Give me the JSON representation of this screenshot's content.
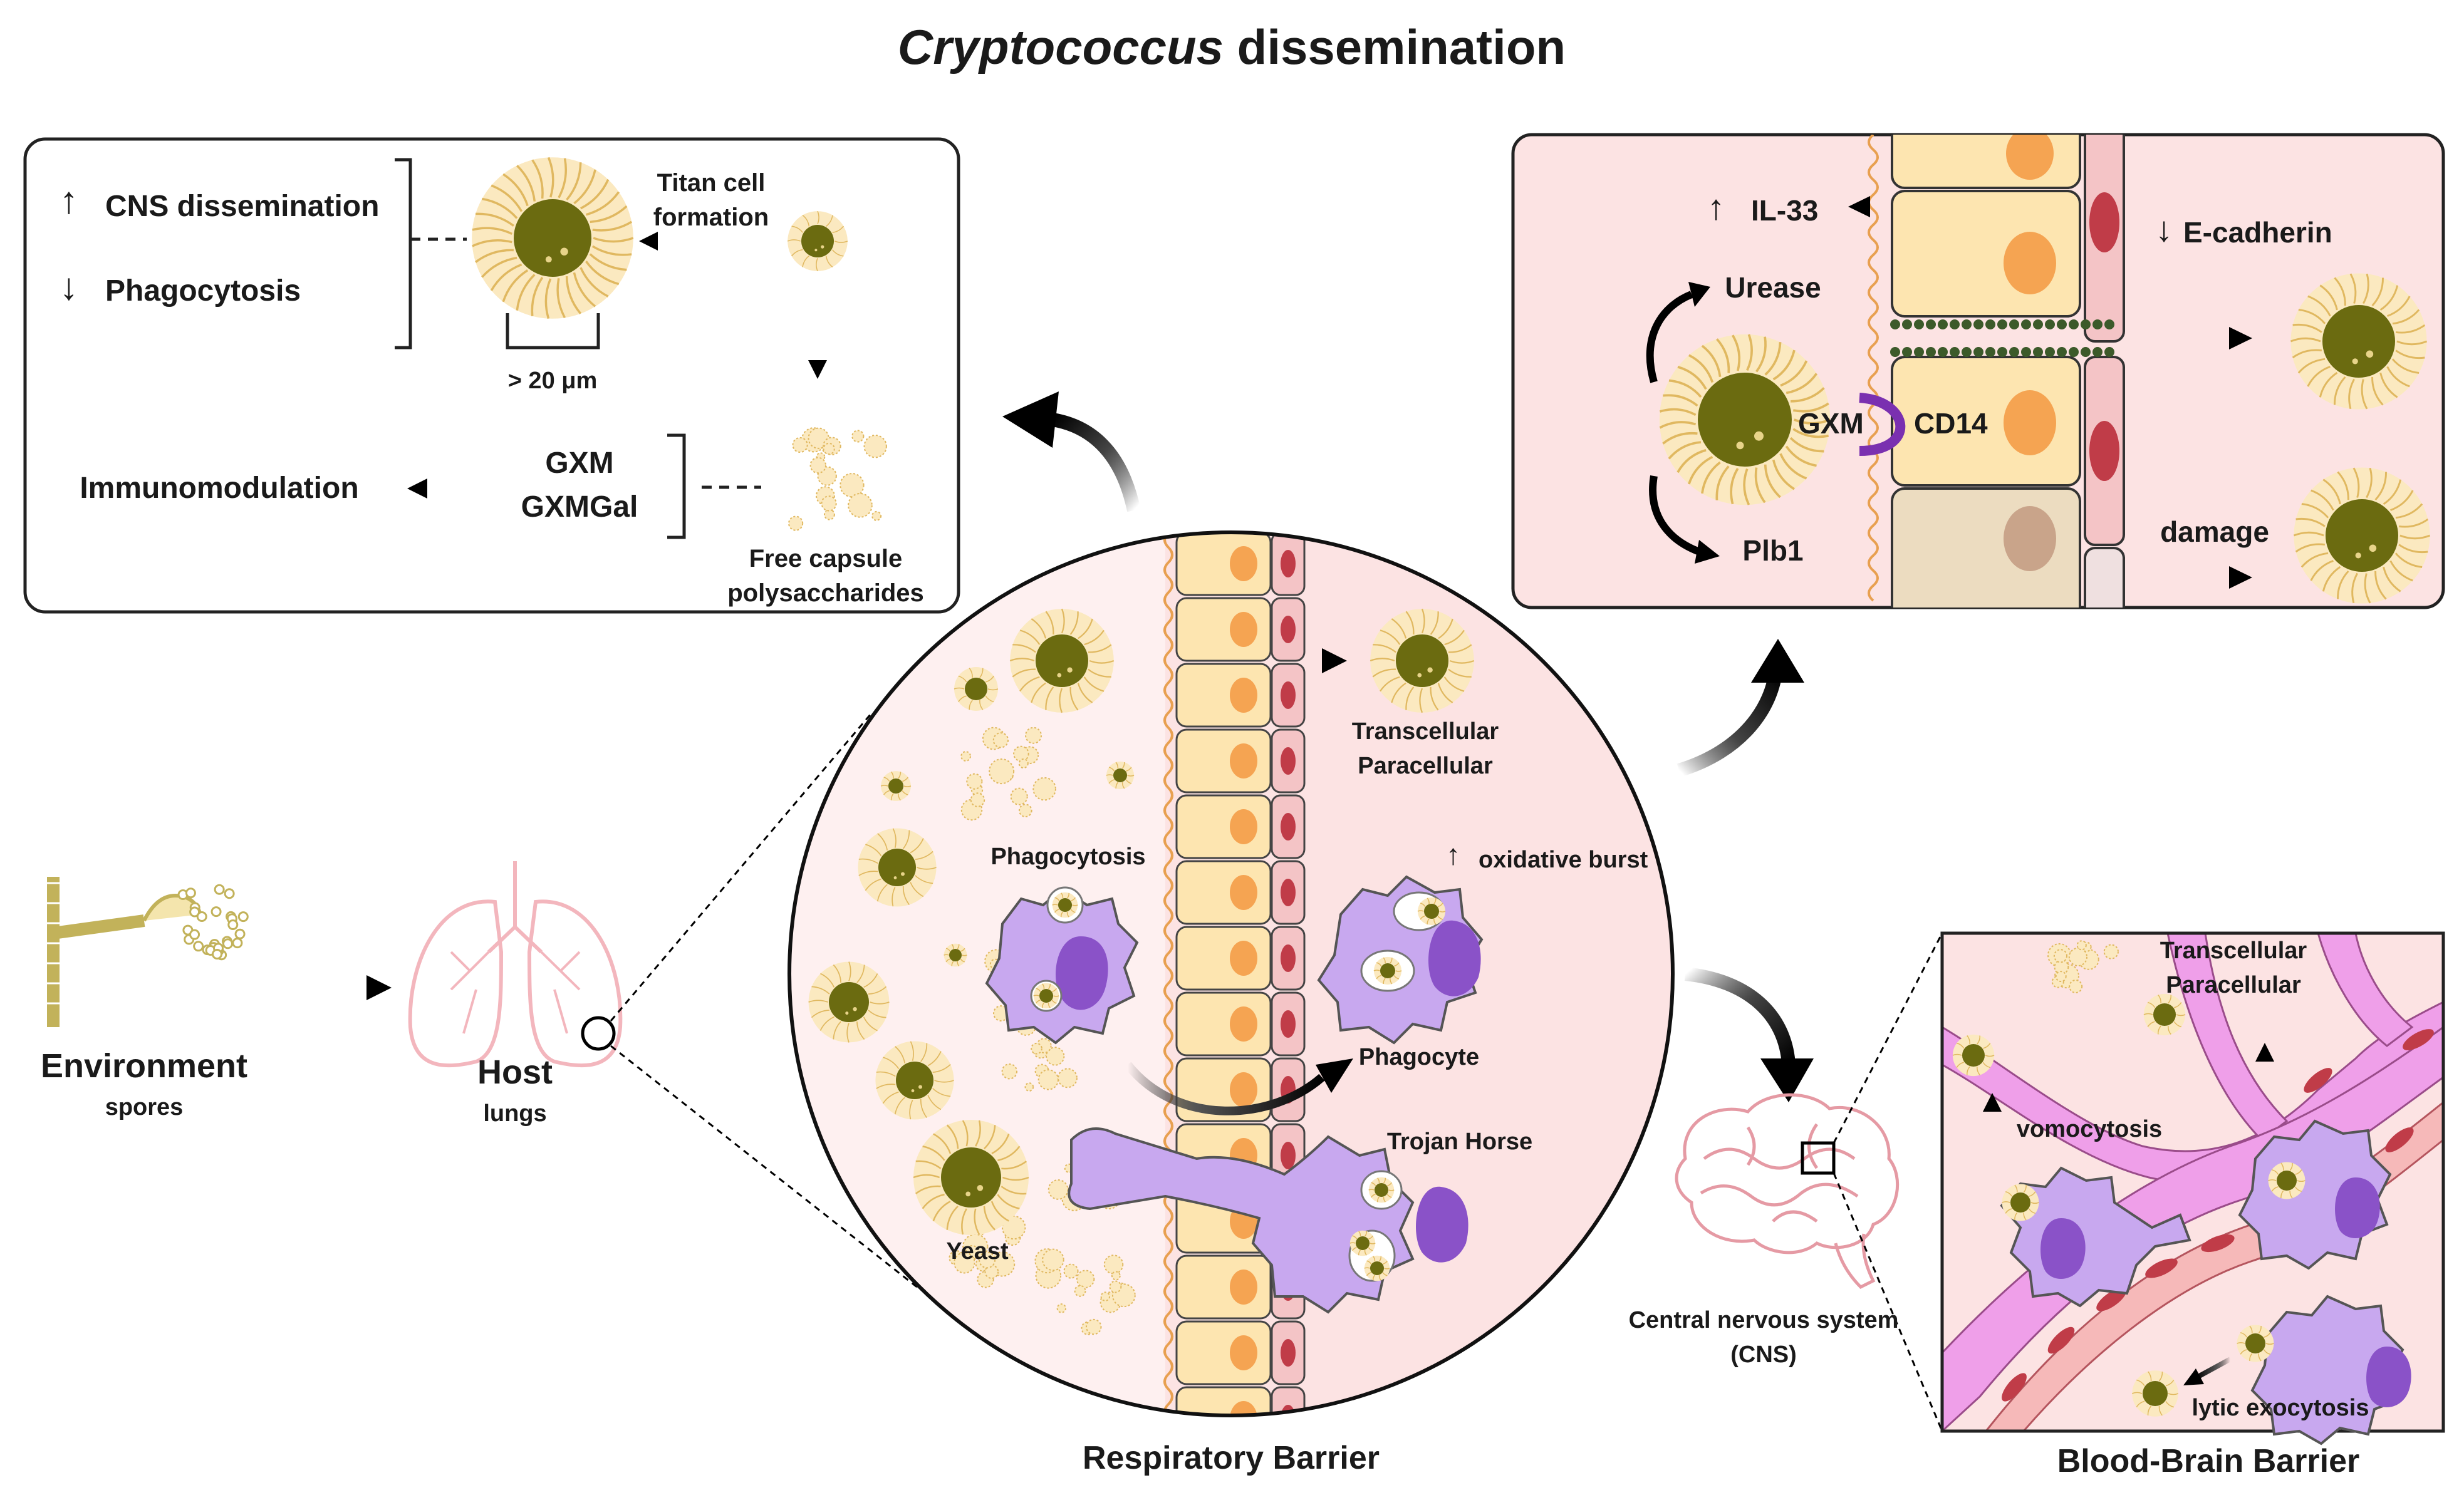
{
  "title": {
    "italic": "Cryptococcus",
    "rest": " dissemination"
  },
  "top_left_panel": {
    "cns_dissemination": "CNS dissemination",
    "phagocytosis": "Phagocytosis",
    "arrow_up": "↑",
    "arrow_down": "↓",
    "titan_cell_line1": "Titan cell",
    "titan_cell_line2": "formation",
    "size_label": "> 20 μm",
    "immunomodulation": "Immunomodulation",
    "gxm": "GXM",
    "gxmgal": "GXMGal",
    "free_capsule_line1": "Free capsule",
    "free_capsule_line2": "polysaccharides"
  },
  "top_right_panel": {
    "arrow_up": "↑",
    "il33": "IL-33",
    "arrow_down": "↓",
    "ecadherin": "E-cadherin",
    "urease": "Urease",
    "gxm": "GXM",
    "cd14": "CD14",
    "plb1": "Plb1",
    "damage": "damage"
  },
  "left": {
    "environment": "Environment",
    "spores": "spores",
    "host": "Host",
    "lungs": "lungs"
  },
  "circle": {
    "transcellular": "Transcellular",
    "paracellular": "Paracellular",
    "phagocytosis": "Phagocytosis",
    "arrow_up": "↑",
    "oxidative_burst": "oxidative burst",
    "phagocyte": "Phagocyte",
    "trojan_horse": "Trojan Horse",
    "yeast": "Yeast",
    "caption": "Respiratory Barrier"
  },
  "cns": {
    "line1": "Central nervous system",
    "line2": "(CNS)"
  },
  "bbb_panel": {
    "transcellular": "Transcellular",
    "paracellular": "Paracellular",
    "vomocytosis": "vomocytosis",
    "lytic_exocytosis": "lytic exocytosis",
    "caption": "Blood-Brain Barrier"
  },
  "colors": {
    "yeast_body": "#6b6b10",
    "capsule": "#fbe9c0",
    "capsule_strands": "#e0b860",
    "epithelial_cell": "#fde5b0",
    "nucleus_orange": "#f5a452",
    "endothelial": "#f4c4c6",
    "endothelial_nucleus": "#c03c48",
    "tissue_pink": "#fce3e3",
    "phagocyte": "#c8a8ef",
    "phagocyte_nucleus": "#8a52c8",
    "vessel": "#ef9fe9",
    "purple_cd14": "#7a30b0"
  }
}
